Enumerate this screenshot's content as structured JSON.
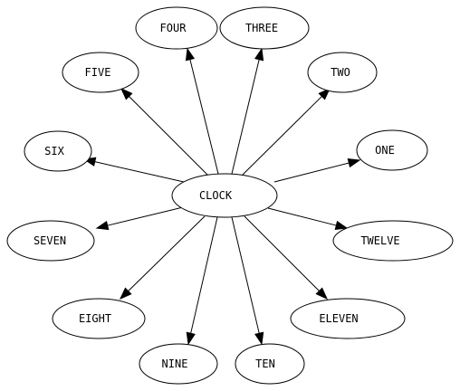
{
  "graph": {
    "center": {
      "id": "clock",
      "label": "CLOCK"
    },
    "nodes": [
      {
        "id": "one",
        "label": "ONE"
      },
      {
        "id": "two",
        "label": "TWO"
      },
      {
        "id": "three",
        "label": "THREE"
      },
      {
        "id": "four",
        "label": "FOUR"
      },
      {
        "id": "five",
        "label": "FIVE"
      },
      {
        "id": "six",
        "label": "SIX"
      },
      {
        "id": "seven",
        "label": "SEVEN"
      },
      {
        "id": "eight",
        "label": "EIGHT"
      },
      {
        "id": "nine",
        "label": "NINE"
      },
      {
        "id": "ten",
        "label": "TEN"
      },
      {
        "id": "eleven",
        "label": "ELEVEN"
      },
      {
        "id": "twelve",
        "label": "TWELVE"
      }
    ],
    "edges": [
      {
        "from": "clock",
        "to": "one"
      },
      {
        "from": "clock",
        "to": "two"
      },
      {
        "from": "clock",
        "to": "three"
      },
      {
        "from": "clock",
        "to": "four"
      },
      {
        "from": "clock",
        "to": "five"
      },
      {
        "from": "clock",
        "to": "six"
      },
      {
        "from": "clock",
        "to": "seven"
      },
      {
        "from": "clock",
        "to": "eight"
      },
      {
        "from": "clock",
        "to": "nine"
      },
      {
        "from": "clock",
        "to": "ten"
      },
      {
        "from": "clock",
        "to": "eleven"
      },
      {
        "from": "clock",
        "to": "twelve"
      }
    ]
  }
}
